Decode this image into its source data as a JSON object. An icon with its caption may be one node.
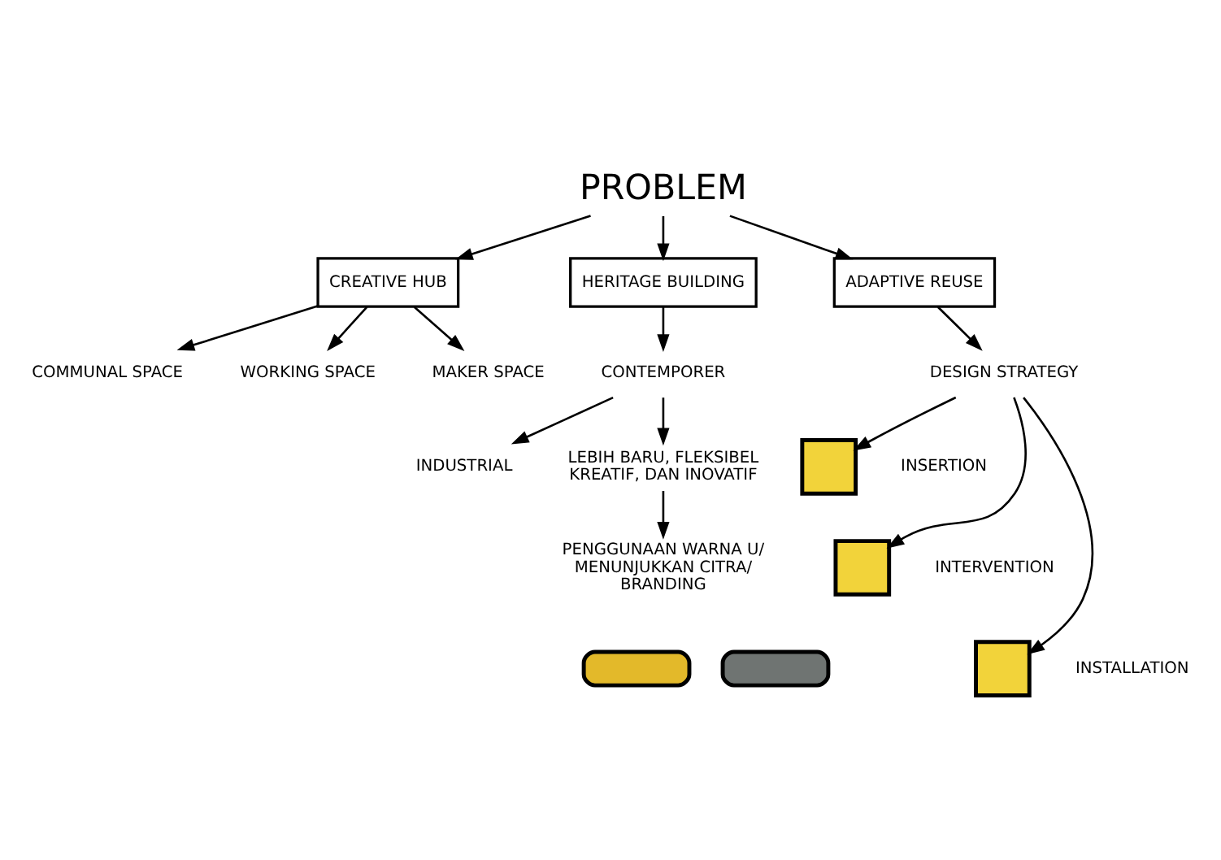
{
  "diagram": {
    "nodes": [
      {
        "text": [
          "PROBLEM"
        ]
      },
      {
        "text": [
          "CREATIVE HUB"
        ]
      },
      {
        "text": [
          "HERITAGE BUILDING"
        ]
      },
      {
        "text": [
          "ADAPTIVE REUSE"
        ]
      },
      {
        "text": [
          "COMMUNAL SPACE"
        ]
      },
      {
        "text": [
          "WORKING SPACE"
        ]
      },
      {
        "text": [
          "MAKER SPACE"
        ]
      },
      {
        "text": [
          "CONTEMPORER"
        ]
      },
      {
        "text": [
          "INDUSTRIAL"
        ]
      },
      {
        "text": [
          "LEBIH BARU, FLEKSIBEL KREATIF, DAN INOVATIF"
        ]
      },
      {
        "text": [
          "PENGGUNAAN WARNA U/ MENUNJUKKAN CITRA/ BRANDING"
        ]
      },
      {
        "text": [
          "DESIGN STRATEGY"
        ]
      },
      {
        "text": [],
        "shape": "box",
        "beside": [
          "INSERTION"
        ]
      },
      {
        "text": [],
        "shape": "box",
        "beside": [
          "INTERVENTION"
        ]
      },
      {
        "text": [],
        "shape": "box",
        "beside": [
          "INSTALLATION"
        ]
      },
      {
        "text": [],
        "shape": "bar"
      },
      {
        "text": [],
        "shape": "bar"
      }
    ],
    "edges": [
      {
        "from": 0,
        "to": 1,
        "arrow": "to"
      },
      {
        "from": 0,
        "to": 2,
        "arrow": "to"
      },
      {
        "from": 0,
        "to": 3,
        "arrow": "to"
      },
      {
        "from": 1,
        "to": 4,
        "arrow": "to"
      },
      {
        "from": 1,
        "to": 5,
        "arrow": "to"
      },
      {
        "from": 1,
        "to": 6,
        "arrow": "to"
      },
      {
        "from": 2,
        "to": 7,
        "arrow": "to"
      },
      {
        "from": 7,
        "to": 8,
        "arrow": "to"
      },
      {
        "from": 7,
        "to": 9,
        "arrow": "to"
      },
      {
        "from": 9,
        "to": 10,
        "arrow": "to"
      },
      {
        "from": 3,
        "to": 11,
        "arrow": "to"
      },
      {
        "from": 11,
        "to": 12,
        "arrow": "to"
      },
      {
        "from": 11,
        "to": 13,
        "arrow": "to"
      },
      {
        "from": 11,
        "to": 14,
        "arrow": "to"
      }
    ]
  }
}
